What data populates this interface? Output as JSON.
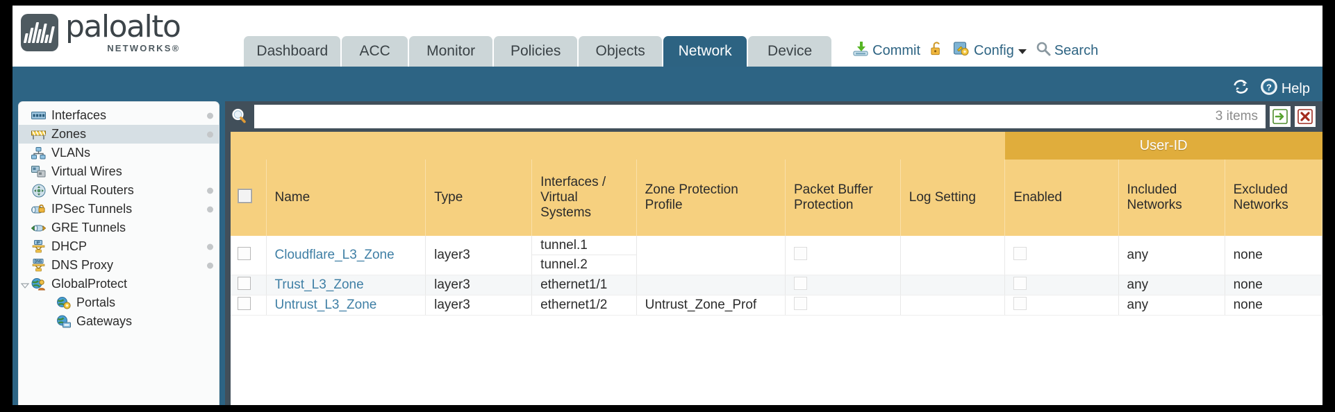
{
  "brand": {
    "name": "paloalto",
    "sub": "NETWORKS®"
  },
  "nav": {
    "tabs": [
      {
        "label": "Dashboard",
        "active": false
      },
      {
        "label": "ACC",
        "active": false
      },
      {
        "label": "Monitor",
        "active": false
      },
      {
        "label": "Policies",
        "active": false
      },
      {
        "label": "Objects",
        "active": false
      },
      {
        "label": "Network",
        "active": true
      },
      {
        "label": "Device",
        "active": false
      }
    ]
  },
  "header_actions": {
    "commit": "Commit",
    "config": "Config",
    "search": "Search"
  },
  "bluebar": {
    "help": "Help"
  },
  "sidebar": {
    "items": [
      {
        "label": "Interfaces",
        "icon": "interfaces-icon",
        "selected": false,
        "dot": true,
        "child": false,
        "twisty": false
      },
      {
        "label": "Zones",
        "icon": "zones-icon",
        "selected": true,
        "dot": true,
        "child": false,
        "twisty": false
      },
      {
        "label": "VLANs",
        "icon": "vlans-icon",
        "selected": false,
        "dot": false,
        "child": false,
        "twisty": false
      },
      {
        "label": "Virtual Wires",
        "icon": "virtual-wires-icon",
        "selected": false,
        "dot": false,
        "child": false,
        "twisty": false
      },
      {
        "label": "Virtual Routers",
        "icon": "virtual-routers-icon",
        "selected": false,
        "dot": true,
        "child": false,
        "twisty": false
      },
      {
        "label": "IPSec Tunnels",
        "icon": "ipsec-tunnels-icon",
        "selected": false,
        "dot": true,
        "child": false,
        "twisty": false
      },
      {
        "label": "GRE Tunnels",
        "icon": "gre-tunnels-icon",
        "selected": false,
        "dot": false,
        "child": false,
        "twisty": false
      },
      {
        "label": "DHCP",
        "icon": "dhcp-icon",
        "selected": false,
        "dot": true,
        "child": false,
        "twisty": false
      },
      {
        "label": "DNS Proxy",
        "icon": "dns-proxy-icon",
        "selected": false,
        "dot": true,
        "child": false,
        "twisty": false
      },
      {
        "label": "GlobalProtect",
        "icon": "globalprotect-icon",
        "selected": false,
        "dot": false,
        "child": false,
        "twisty": true
      },
      {
        "label": "Portals",
        "icon": "portals-icon",
        "selected": false,
        "dot": false,
        "child": true,
        "twisty": false
      },
      {
        "label": "Gateways",
        "icon": "gateways-icon",
        "selected": false,
        "dot": false,
        "child": true,
        "twisty": false
      }
    ]
  },
  "search": {
    "value": "",
    "placeholder": "",
    "item_count": "3 items"
  },
  "table": {
    "group_header": "User-ID",
    "columns": [
      "Name",
      "Type",
      "Interfaces / Virtual Systems",
      "Zone Protection Profile",
      "Packet Buffer Protection",
      "Log Setting",
      "Enabled",
      "Included Networks",
      "Excluded Networks"
    ],
    "rows": [
      {
        "name": "Cloudflare_L3_Zone",
        "type": "layer3",
        "interfaces": [
          "tunnel.1",
          "tunnel.2"
        ],
        "zone_protection_profile": "",
        "packet_buffer_protection": false,
        "log_setting": "",
        "user_id_enabled": false,
        "included_networks": "any",
        "excluded_networks": "none"
      },
      {
        "name": "Trust_L3_Zone",
        "type": "layer3",
        "interfaces": [
          "ethernet1/1"
        ],
        "zone_protection_profile": "",
        "packet_buffer_protection": false,
        "log_setting": "",
        "user_id_enabled": false,
        "included_networks": "any",
        "excluded_networks": "none"
      },
      {
        "name": "Untrust_L3_Zone",
        "type": "layer3",
        "interfaces": [
          "ethernet1/2"
        ],
        "zone_protection_profile": "Untrust_Zone_Prof",
        "packet_buffer_protection": false,
        "log_setting": "",
        "user_id_enabled": false,
        "included_networks": "any",
        "excluded_networks": "none"
      }
    ]
  },
  "colors": {
    "brand_blue": "#2d6484",
    "tab_inactive": "#ccd6d8",
    "table_header": "#f6d07f",
    "table_group_header": "#e0ad3c",
    "link": "#3f7fa5",
    "panel_dark": "#414f5a"
  }
}
